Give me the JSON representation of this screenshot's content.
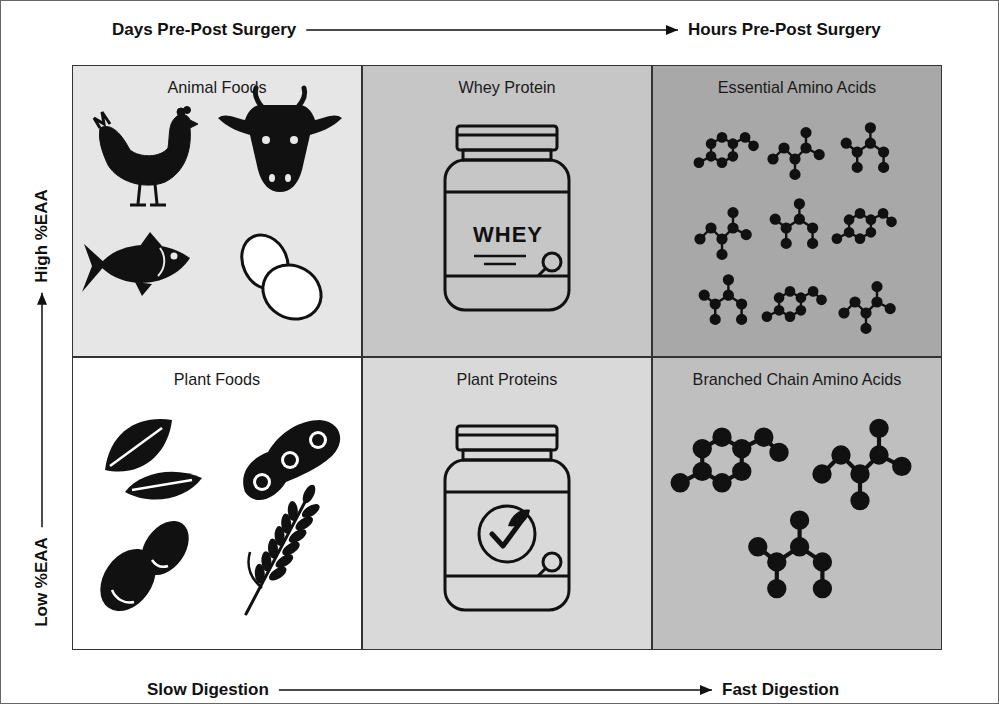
{
  "diagram": {
    "nodes": [
      {
        "text": [
          "Animal Foods"
        ]
      },
      {
        "text": [
          "Whey Protein",
          "WHEY"
        ]
      },
      {
        "text": [
          "Essential Amino Acids"
        ]
      },
      {
        "text": [
          "Plant Foods"
        ]
      },
      {
        "text": [
          "Plant Proteins"
        ]
      },
      {
        "text": [
          "Branched Chain Amino Acids"
        ]
      }
    ],
    "labels": [
      "Days Pre-Post Surgery",
      "Hours Pre-Post Surgery",
      "High %EAA",
      "Low %EAA",
      "Slow Digestion",
      "Fast Digestion"
    ]
  }
}
